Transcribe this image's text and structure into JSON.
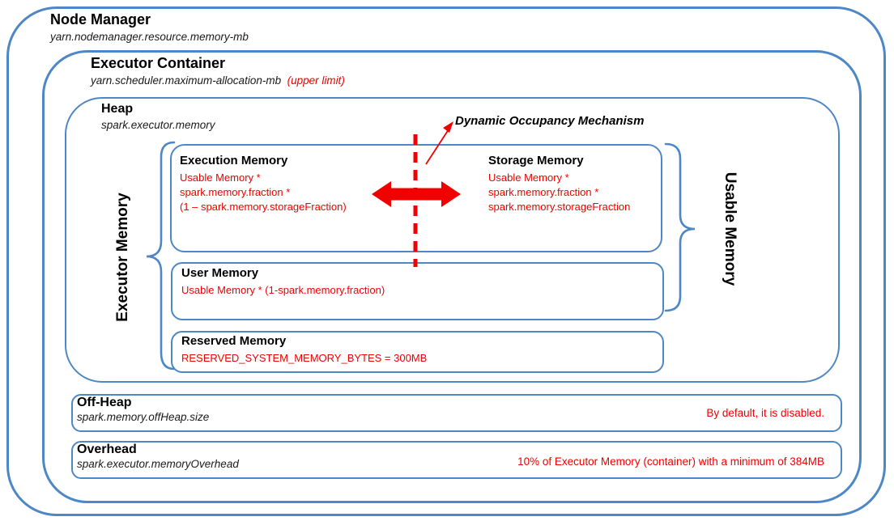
{
  "colors": {
    "line_blue": "#4E87C5",
    "red": "#F10000"
  },
  "node_manager": {
    "title": "Node Manager",
    "subtitle": "yarn.nodemanager.resource.memory-mb"
  },
  "executor_container": {
    "title": "Executor Container",
    "subtitle": "yarn.scheduler.maximum-allocation-mb",
    "note": "(upper limit)"
  },
  "heap": {
    "title": "Heap",
    "subtitle": "spark.executor.memory"
  },
  "dynamic_occupancy": {
    "label": "Dynamic Occupancy Mechanism"
  },
  "execution_memory": {
    "title": "Execution Memory",
    "formula_lines": [
      "Usable Memory *",
      "spark.memory.fraction *",
      "(1 – spark.memory.storageFraction)"
    ]
  },
  "storage_memory": {
    "title": "Storage Memory",
    "formula_lines": [
      "Usable Memory *",
      "spark.memory.fraction *",
      "spark.memory.storageFraction"
    ]
  },
  "user_memory": {
    "title": "User Memory",
    "formula": "Usable Memory * (1-spark.memory.fraction)"
  },
  "reserved_memory": {
    "title": "Reserved Memory",
    "formula": "RESERVED_SYSTEM_MEMORY_BYTES = 300MB"
  },
  "off_heap": {
    "title": "Off-Heap",
    "subtitle": "spark.memory.offHeap.size",
    "note": "By default, it is disabled."
  },
  "overhead": {
    "title": "Overhead",
    "subtitle": "spark.executor.memoryOverhead",
    "note": "10% of Executor Memory (container) with a minimum of 384MB"
  },
  "side_labels": {
    "executor_memory": "Executor Memory",
    "usable_memory": "Usable Memory"
  }
}
